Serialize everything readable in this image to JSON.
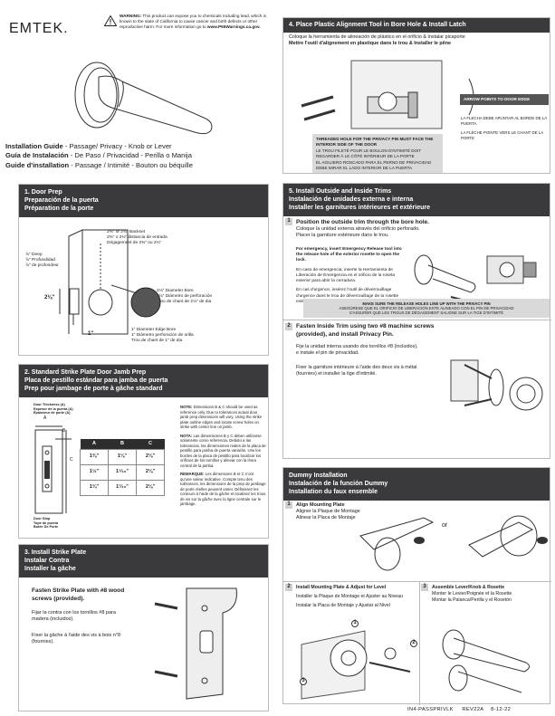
{
  "brand": {
    "logo": "EMTEK."
  },
  "warning": {
    "label": "WARNING:",
    "text": " This product can expose you to chemicals including lead, which is known to the state of California to cause cancer and birth defects or other reproductive harm. For more information go to ",
    "link": "www.P65Warnings.ca.gov."
  },
  "guide": {
    "en_bold": "Installation Guide",
    "en": " - Passage/ Privacy - Knob or Lever",
    "es_bold": "Guía de Instalación",
    "es": " - De Paso / Privacidad - Perilla o Manija",
    "fr_bold": "Guide d'installation",
    "fr": " - Passage / Intimité - Bouton ou béquille"
  },
  "step1": {
    "title": [
      "1. Door Prep",
      "Preparación de la puerta",
      "Préparation de la porte"
    ],
    "backset": [
      "2⅜\" or 2¾\" Backset",
      "2⅜\" o 2¾\" distancia de entrada",
      "Dégagement de 2⅜\" ou 2¾\""
    ],
    "deep": [
      "⅞\" Deep",
      "⅞\" Profundidad",
      "⅞\" de profondeur"
    ],
    "bore": [
      "2⅛\" Diameter Bore",
      "2⅛\" Diámetro de perforación",
      "Trou de chant de 2⅛\" de dia"
    ],
    "edge": [
      "1\" Diameter Edge Bore",
      "1\" Diámetro perforación de orilla",
      "Trou de chant de 1\" de dia"
    ],
    "dim_2_1_8": "2⅛\"",
    "dim_1": "1\""
  },
  "step2": {
    "title": [
      "2.  Standard Strike Plate Door Jamb Prep",
      "Placa de pestillo estándar para jamba de puerta",
      "Prep pour jambage de porte à gâche standard"
    ],
    "thickness": [
      "Door Thickness (A)",
      "Espesor de la puerta (A)",
      "Épaisseur de porte (A)"
    ],
    "stop": [
      "Door Stop",
      "Tope de puerta",
      "Butée De Porte"
    ],
    "table": {
      "headers": [
        "A",
        "B",
        "C"
      ],
      "rows": [
        [
          "1⅜\"",
          "1⅛\"",
          "2⅛\""
        ],
        [
          "1½\"",
          "1⁵⁄₁₆\"",
          "2⅛\""
        ],
        [
          "1¾\"",
          "1⁷⁄₁₆\"",
          "2⅛\""
        ]
      ]
    },
    "note_label": "NOTE:",
    "note": " Dimensions B & C should be used as reference only. Due to tolerances actual door jamb prep dimensions will vary. Using the strike plate outline edges and locate screw holes on strike with center line on jamb.",
    "nota_label": "NOTA:",
    "nota": " Las dimensiones B y C deben utilizarse solamente como referencia. Debido a las tolerancias, las dimensiones reales de la placa de pestillo para jamba de puerta variarán. Use los bordes de la placa de pestillo para localizar los orificios de los tornillos y alinear con la línea central de la jamba.",
    "rem_label": "REMARQUE:",
    "rem": " Les dimensions B et C n'ont qu'une valeur indicative. Compte tenu des tolérances, les dimensions de la prep de jambage de porte réelles peuvent varier. Définissez les contours à l'aide de la gâche et localisez les trous de vis sur la gâche avec la ligne centrale sur le jambage."
  },
  "step3": {
    "title": [
      "3. Install Strike Plate",
      "Instalar Contra",
      "Installer la gâche"
    ],
    "en": "Fasten Strike Plate with #8 wood screws (provided).",
    "es": "Fijar la contra con los tornillos #8 para madera (incluidos).",
    "fr": "Fixer la gâche à l'aide des vis à bois n°8 (fournies)."
  },
  "step4": {
    "title": [
      "4.  Place Plastic Alignment Tool in Bore Hole & Install Latch",
      "Coloque la herramienta de alineación de plástico en el orificio & Instalar picaporte",
      "Mettre l'outil d'alignement en plastique dans le trou & Installer le pêne"
    ],
    "threaded": "THREADED HOLE FOR THE PRIVACY PIN MUST FACE THE INTERIOR SIDE OF THE DOOR",
    "threaded_fr": "LE TROU FILETÉ POUR LE BOULON D'INTIMITÉ DOIT REGARDER À LE CÔTÉ INTÉRIEUR DE LA PORTE",
    "threaded_es": "EL AGUJERO ROSCADO PARA EL PERNO DE PRIVACIDAD DEBE MIRAR EL LADO INTERIOR DE LA PUERTA",
    "arrow": "ARROW POINTS TO DOOR EDGE",
    "arrow_es": "LA FLECHA DEBE APUNTAR AL BORDE DE LA PUERTA",
    "arrow_fr": "LA FLÈCHE POINTE VERS LE CHANT DE LA PORTE"
  },
  "step5": {
    "title": [
      "5. Install Outside and Inside Trims",
      "Instalación de unidades externa e interna",
      "Installer les garnitures intérieures et extérieure"
    ],
    "s1_en": "Position the outside trim through the bore hole.",
    "s1_es": "Coloque la unidad externa através del orificio perforado.",
    "s1_fr": "Placer la garniture extérieure dans le trou.",
    "emerg": "For emergency, insert Emergency Release tool into the release hole of the exterior rosette to open the lock.",
    "emerg_es": "En caso de emergencia, inserte la Herramienta de Liberación de Emergencia en el orificio de la roseta exterior para abrir la cerradura.",
    "emerg_fr": "En cas d'urgence, insérez l'outil de déverrouillage d'urgence dans le trou de déverrouillage de la rosette extérieure pour ouvrir la serrure.",
    "make_sure": "MAKE SURE THE RELEASE HOLES LINE UP WITH THE PRIVACY PIN",
    "make_sure_es": "ASEGÚRESE QUE EL ORIFICIO DE LIBERACIÓN ESTE ALINEADO CON EL PIN DE PRIVACIDAD",
    "make_sure_fr": "S'ASSURER QUE LES TROUS DE DÉGAGEMENT SALIGNE SUR LA TIGE D'INTIMITÉ",
    "s2_en": "Fasten Inside Trim using two #8 machine screws (provided), and install Privacy Pin.",
    "s2_es": "Fije la unidad interna usando dos tornillos #8 (incluidos), e instale el pin de privacidad.",
    "s2_fr": "Fixer la garniture intérieure à l'aide des deux vis à métal (fournies) et installer la tige d'intimité."
  },
  "dummy": {
    "title": [
      "Dummy Installation",
      "Instalación de la función Dummy",
      "Installation du faux ensemble"
    ],
    "s1": [
      "Align Mounting Plate",
      "Aligner la Plaque de Montage",
      "Alinear la Placa de Montaje"
    ],
    "or": "or",
    "s2": [
      "Install Mounting Plate & Adjust for Level",
      "Installer la Plaque de Montage et Ajuster au Niveau",
      "Instalar la Placa de Montaje y Ajustar al Nivel"
    ],
    "s3": [
      "Assemble Lever/Knob & Rosette",
      "Monter le Levier/Poignée et la Rosette",
      "Montar la Palanca/Perilla y el Rosetón"
    ]
  },
  "badges": {
    "one": "1",
    "two": "2",
    "three": "3",
    "c1": "1",
    "c2": "2",
    "c3": "3"
  },
  "footer": {
    "code": "IN4-PASSPRIVLK",
    "rev": "REV22A",
    "date": "8-12-22"
  },
  "dims": {
    "a": "A",
    "b": "B",
    "c": "C"
  }
}
